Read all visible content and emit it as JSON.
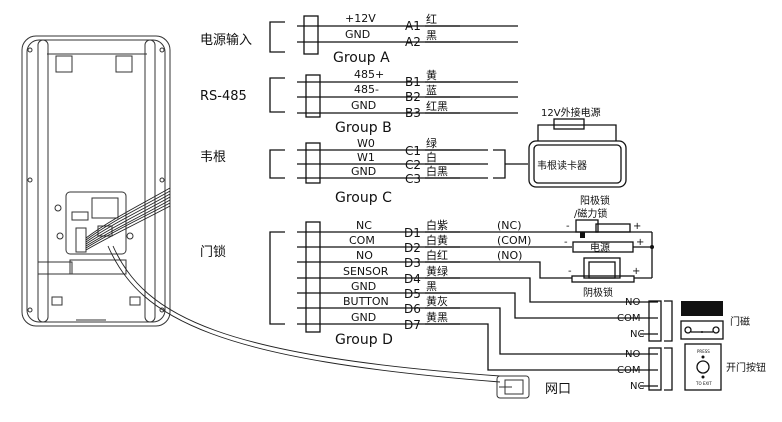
{
  "diagram": {
    "title": "Access control terminal wiring diagram",
    "groups": [
      {
        "category": "电源输入",
        "group_label": "Group A",
        "pins": [
          {
            "signal": "+12V",
            "pin": "A1",
            "wire_color": "红"
          },
          {
            "signal": "GND",
            "pin": "A2",
            "wire_color": "黑"
          }
        ]
      },
      {
        "category": "RS-485",
        "group_label": "Group B",
        "pins": [
          {
            "signal": "485+",
            "pin": "B1",
            "wire_color": "黄"
          },
          {
            "signal": "485-",
            "pin": "B2",
            "wire_color": "蓝"
          },
          {
            "signal": "GND",
            "pin": "B3",
            "wire_color": "红黑"
          }
        ]
      },
      {
        "category": "韦根",
        "group_label": "Group C",
        "pins": [
          {
            "signal": "W0",
            "pin": "C1",
            "wire_color": "绿"
          },
          {
            "signal": "W1",
            "pin": "C2",
            "wire_color": "白"
          },
          {
            "signal": "GND",
            "pin": "C3",
            "wire_color": "白黑"
          }
        ]
      },
      {
        "category": "门锁",
        "group_label": "Group D",
        "pins": [
          {
            "signal": "NC",
            "pin": "D1",
            "wire_color": "白紫",
            "relay": "(NC)"
          },
          {
            "signal": "COM",
            "pin": "D2",
            "wire_color": "白黄",
            "relay": "(COM)"
          },
          {
            "signal": "NO",
            "pin": "D3",
            "wire_color": "白红",
            "relay": "(NO)"
          },
          {
            "signal": "SENSOR",
            "pin": "D4",
            "wire_color": "黄绿"
          },
          {
            "signal": "GND",
            "pin": "D5",
            "wire_color": "黑"
          },
          {
            "signal": "BUTTON",
            "pin": "D6",
            "wire_color": "黄灰"
          },
          {
            "signal": "GND",
            "pin": "D7",
            "wire_color": "黄黑"
          }
        ]
      }
    ],
    "devices": {
      "wiegand_reader": {
        "label": "韦根读卡器",
        "power_label": "12V外接电源"
      },
      "anode_lock": {
        "label_line1": "阳极锁",
        "label_line2": "/磁力锁"
      },
      "power_supply": {
        "label": "电源"
      },
      "cathode_lock": {
        "label": "阴极锁"
      },
      "door_contact": {
        "label": "门磁",
        "terminals": [
          "NO",
          "COM",
          "NC"
        ]
      },
      "exit_button": {
        "label": "开门按钮",
        "terminals": [
          "NO",
          "COM",
          "NC"
        ],
        "top_text": "PRESS",
        "bottom_text": "TO EXIT"
      },
      "network_port": {
        "label": "网口"
      }
    },
    "polarity": {
      "minus": "-",
      "plus": "+"
    }
  }
}
